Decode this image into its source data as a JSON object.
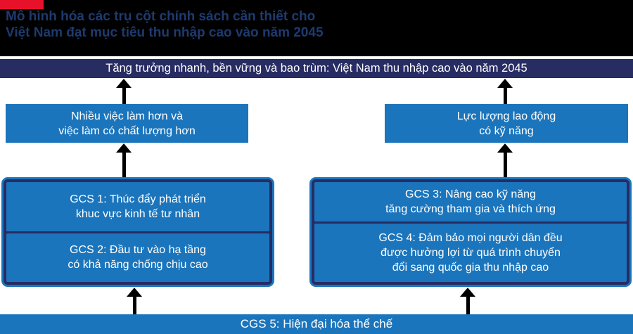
{
  "colors": {
    "accent_red": "#e8112a",
    "header_black": "#000000",
    "header_title_navy": "#1e3a6e",
    "banner_navy": "#272c63",
    "box_blue": "#1b75bc",
    "text_white": "#ffffff",
    "arrow_black": "#000000"
  },
  "header": {
    "title": "Mô hình hóa các trụ cột chính sách cần thiết cho\nViệt Nam đạt mục tiêu thu nhập cao vào năm 2045"
  },
  "goal_banner": "Tăng trưởng nhanh, bền vững và bao trùm: Việt Nam thu nhập cao vào năm 2045",
  "outcomes": [
    {
      "label": "Nhiều việc làm hơn và\nviệc làm có chất lượng hơn"
    },
    {
      "label": "Lực lượng lao động\ncó kỹ năng"
    }
  ],
  "pillar_groups": [
    {
      "items": [
        "GCS 1: Thúc đẩy phát triển\nkhuc vực kinh tế tư nhân",
        "GCS 2: Đầu tư vào hạ tầng\ncó khả năng chống chịu cao"
      ]
    },
    {
      "items": [
        "GCS 3: Nâng cao kỹ năng\ntăng cường tham gia và thích ứng",
        "GCS 4: Đảm bảo mọi người dân đều\nđược hưởng lợi từ quá trình chuyển\nđổi sang quốc gia thu nhập cao"
      ]
    }
  ],
  "foundation": "CGS 5: Hiện đại hóa thể chế"
}
